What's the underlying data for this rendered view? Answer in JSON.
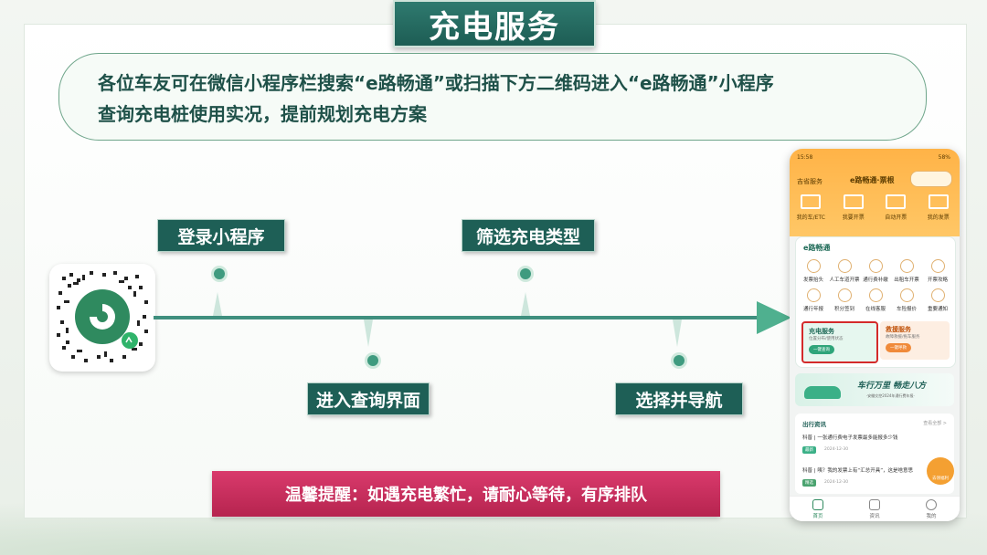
{
  "slide": {
    "title": "充电服务",
    "intro_line1": "各位车友可在微信小程序栏搜索“e路畅通”或扫描下方二维码进入“e路畅通”小程序",
    "intro_line2": "查询充电桩使用实况，提前规划充电方案",
    "steps": [
      "登录小程序",
      "进入查询界面",
      "筛选充电类型",
      "选择并导航"
    ],
    "tip": "温馨提醒：如遇充电繁忙，请耐心等待，有序排队",
    "accent_color": "#1e5f56",
    "tip_color": "#c92d5c"
  },
  "qr_code": {
    "icon": "mini-program-qr-code"
  },
  "phone": {
    "status_time": "15:58",
    "status_right": "58%",
    "location": "吉省服务",
    "app_title": "e路畅通·票根",
    "quick_actions": [
      "我的车/ETC",
      "我要开票",
      "自动开票",
      "我的发票"
    ],
    "brand": "e路畅通",
    "services": [
      "发票抬头",
      "人工车道开票",
      "通行费补缴",
      "出租车开票",
      "开票攻略",
      "通行年报",
      "积分签到",
      "在线客服",
      "车险报价",
      "重要通知"
    ],
    "charge_card": {
      "title": "充电服务",
      "subtitle": "位置分布/使用状态",
      "button": "一键查询"
    },
    "rescue_card": {
      "title": "救援服务",
      "subtitle": "故障救援/拖车服务",
      "button": "一键呼救"
    },
    "banner_title": "车行万里  畅走八方",
    "banner_sub": "·安徽交控2024年通行费年报·",
    "news_header": "出行资讯",
    "news_more": "查看全部 >",
    "news": [
      {
        "title": "科普 | 一张通行费电子发票最多能报多少钱",
        "tag": "最新",
        "date": "2024-12-30"
      },
      {
        "title": "科普 | 咦？我的发票上有“汇总开具”，这是啥意思",
        "tag": "精选",
        "date": "2024-12-30"
      }
    ],
    "fab_label": "去领福利",
    "tabs": [
      "首页",
      "资讯",
      "我的"
    ]
  }
}
